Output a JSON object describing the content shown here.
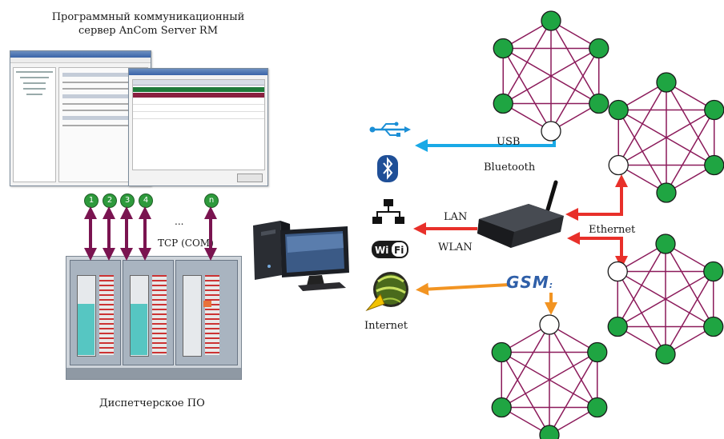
{
  "server": {
    "title_line1": "Программный коммуникационный",
    "title_line2": "сервер AnCom Server RM"
  },
  "channels": [
    "1",
    "2",
    "3",
    "4",
    "n"
  ],
  "ellipsis": "...",
  "tcp_label": "TCP (COM)",
  "dispatcher_label": "Диспетчерское ПО",
  "links": {
    "usb": "USB",
    "bluetooth": "Bluetooth",
    "lan": "LAN",
    "wlan": "WLAN",
    "ethernet": "Ethernet",
    "internet": "Internet"
  },
  "gsm_logo": "GSM",
  "colors": {
    "mesh_edge": "#8b1a5a",
    "mesh_node": "#1fa542",
    "usb_arrow": "#19a9e6",
    "lan_arrow": "#e8302a",
    "gsm_arrow": "#f29422",
    "channel_arrow": "#7a1450"
  }
}
